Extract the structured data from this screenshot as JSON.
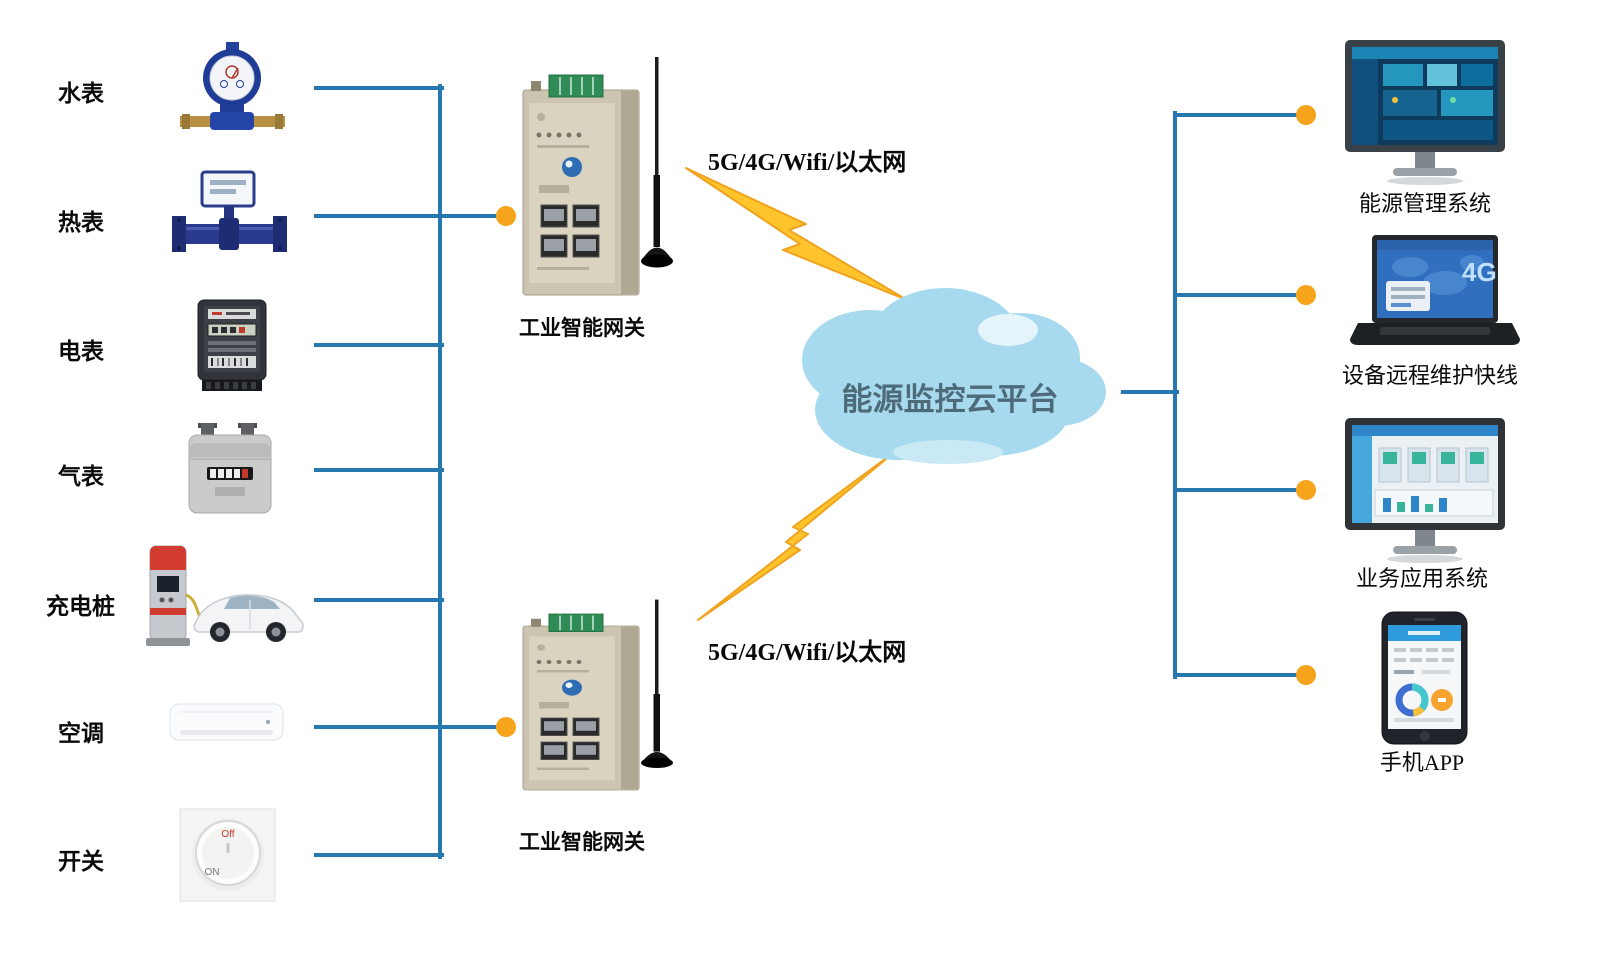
{
  "cloud": {
    "label": "能源监控云平台"
  },
  "link_top": {
    "label": "5G/4G/Wifi/以太网"
  },
  "link_bottom": {
    "label": "5G/4G/Wifi/以太网"
  },
  "gateway_top": {
    "label": "工业智能网关"
  },
  "gateway_bottom": {
    "label": "工业智能网关"
  },
  "left_devices": [
    {
      "label": "水表"
    },
    {
      "label": "热表"
    },
    {
      "label": "电表"
    },
    {
      "label": "气表"
    },
    {
      "label": "充电桩"
    },
    {
      "label": "空调"
    },
    {
      "label": "开关"
    }
  ],
  "right_devices": [
    {
      "label": "能源管理系统"
    },
    {
      "label": "设备远程维护快线"
    },
    {
      "label": "业务应用系统"
    },
    {
      "label": "手机APP"
    }
  ],
  "switch": {
    "off": "Off",
    "on": "ON"
  },
  "laptop": {
    "big_text": "4G"
  },
  "colors": {
    "line_blue": "#2878B0",
    "dot_orange": "#F7A41D",
    "bolt_fill": "#FFC32B",
    "bolt_stroke": "#F0A31F",
    "cloud_fill": "#A7DAEE",
    "cloud_text": "#4E6B7A"
  }
}
